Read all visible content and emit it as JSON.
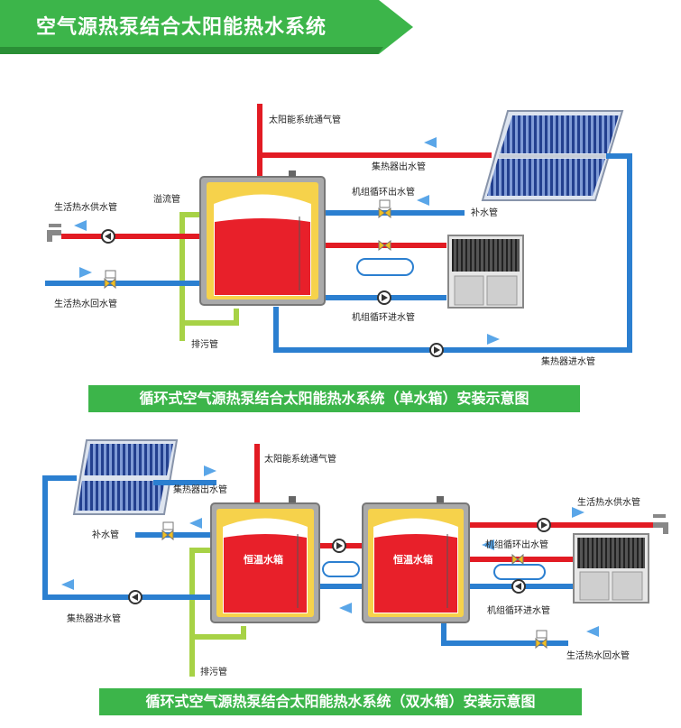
{
  "title": "空气源热泵结合太阳能热水系统",
  "colors": {
    "banner": "#3cb54a",
    "caption_bg": "#3cb54a",
    "hot_pipe": "#e21b23",
    "cold_pipe": "#2b7fd0",
    "drain_pipe": "#a7d246",
    "tank_water": "#e8202a"
  },
  "diagram1": {
    "caption": "循环式空气源热泵结合太阳能热水系统（单水箱）安装示意图",
    "labels": {
      "vent": "太阳能系统通气管",
      "collector_out": "集热器出水管",
      "unit_circ_out": "机组循环出水管",
      "makeup": "补水管",
      "overflow": "溢流管",
      "domestic_supply": "生活热水供水管",
      "domestic_return": "生活热水回水管",
      "unit_circ_in": "机组循环进水管",
      "drain": "排污管",
      "collector_in": "集热器进水管"
    }
  },
  "diagram2": {
    "caption": "循环式空气源热泵结合太阳能热水系统（双水箱）安装示意图",
    "tank_label": "恒温水箱",
    "labels": {
      "vent": "太阳能系统通气管",
      "collector_out": "集热器出水管",
      "makeup": "补水管",
      "domestic_supply": "生活热水供水管",
      "unit_circ_out": "机组循环出水管",
      "unit_circ_in": "机组循环进水管",
      "collector_in": "集热器进水管",
      "drain": "排污管",
      "domestic_return": "生活热水回水管"
    }
  }
}
